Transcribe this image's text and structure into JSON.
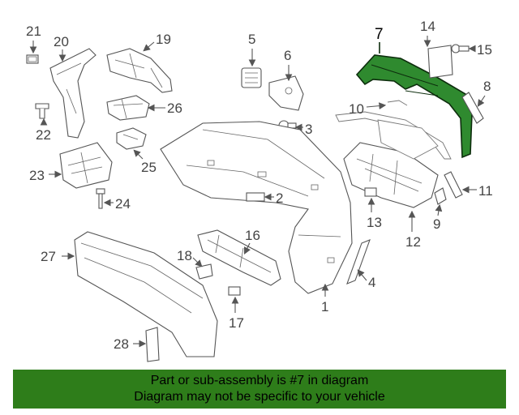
{
  "diagram": {
    "callouts": [
      "1",
      "2",
      "3",
      "4",
      "5",
      "6",
      "7",
      "8",
      "9",
      "10",
      "11",
      "12",
      "13",
      "14",
      "15",
      "16",
      "17",
      "18",
      "19",
      "20",
      "21",
      "22",
      "23",
      "24",
      "25",
      "26",
      "27",
      "28"
    ],
    "highlighted_part": "7",
    "highlight_color": "#2f8a2f"
  },
  "banner": {
    "line1": "Part or sub-assembly is #7 in diagram",
    "line2": "Diagram may not be specific to your vehicle",
    "background": "#2e7d1a"
  }
}
